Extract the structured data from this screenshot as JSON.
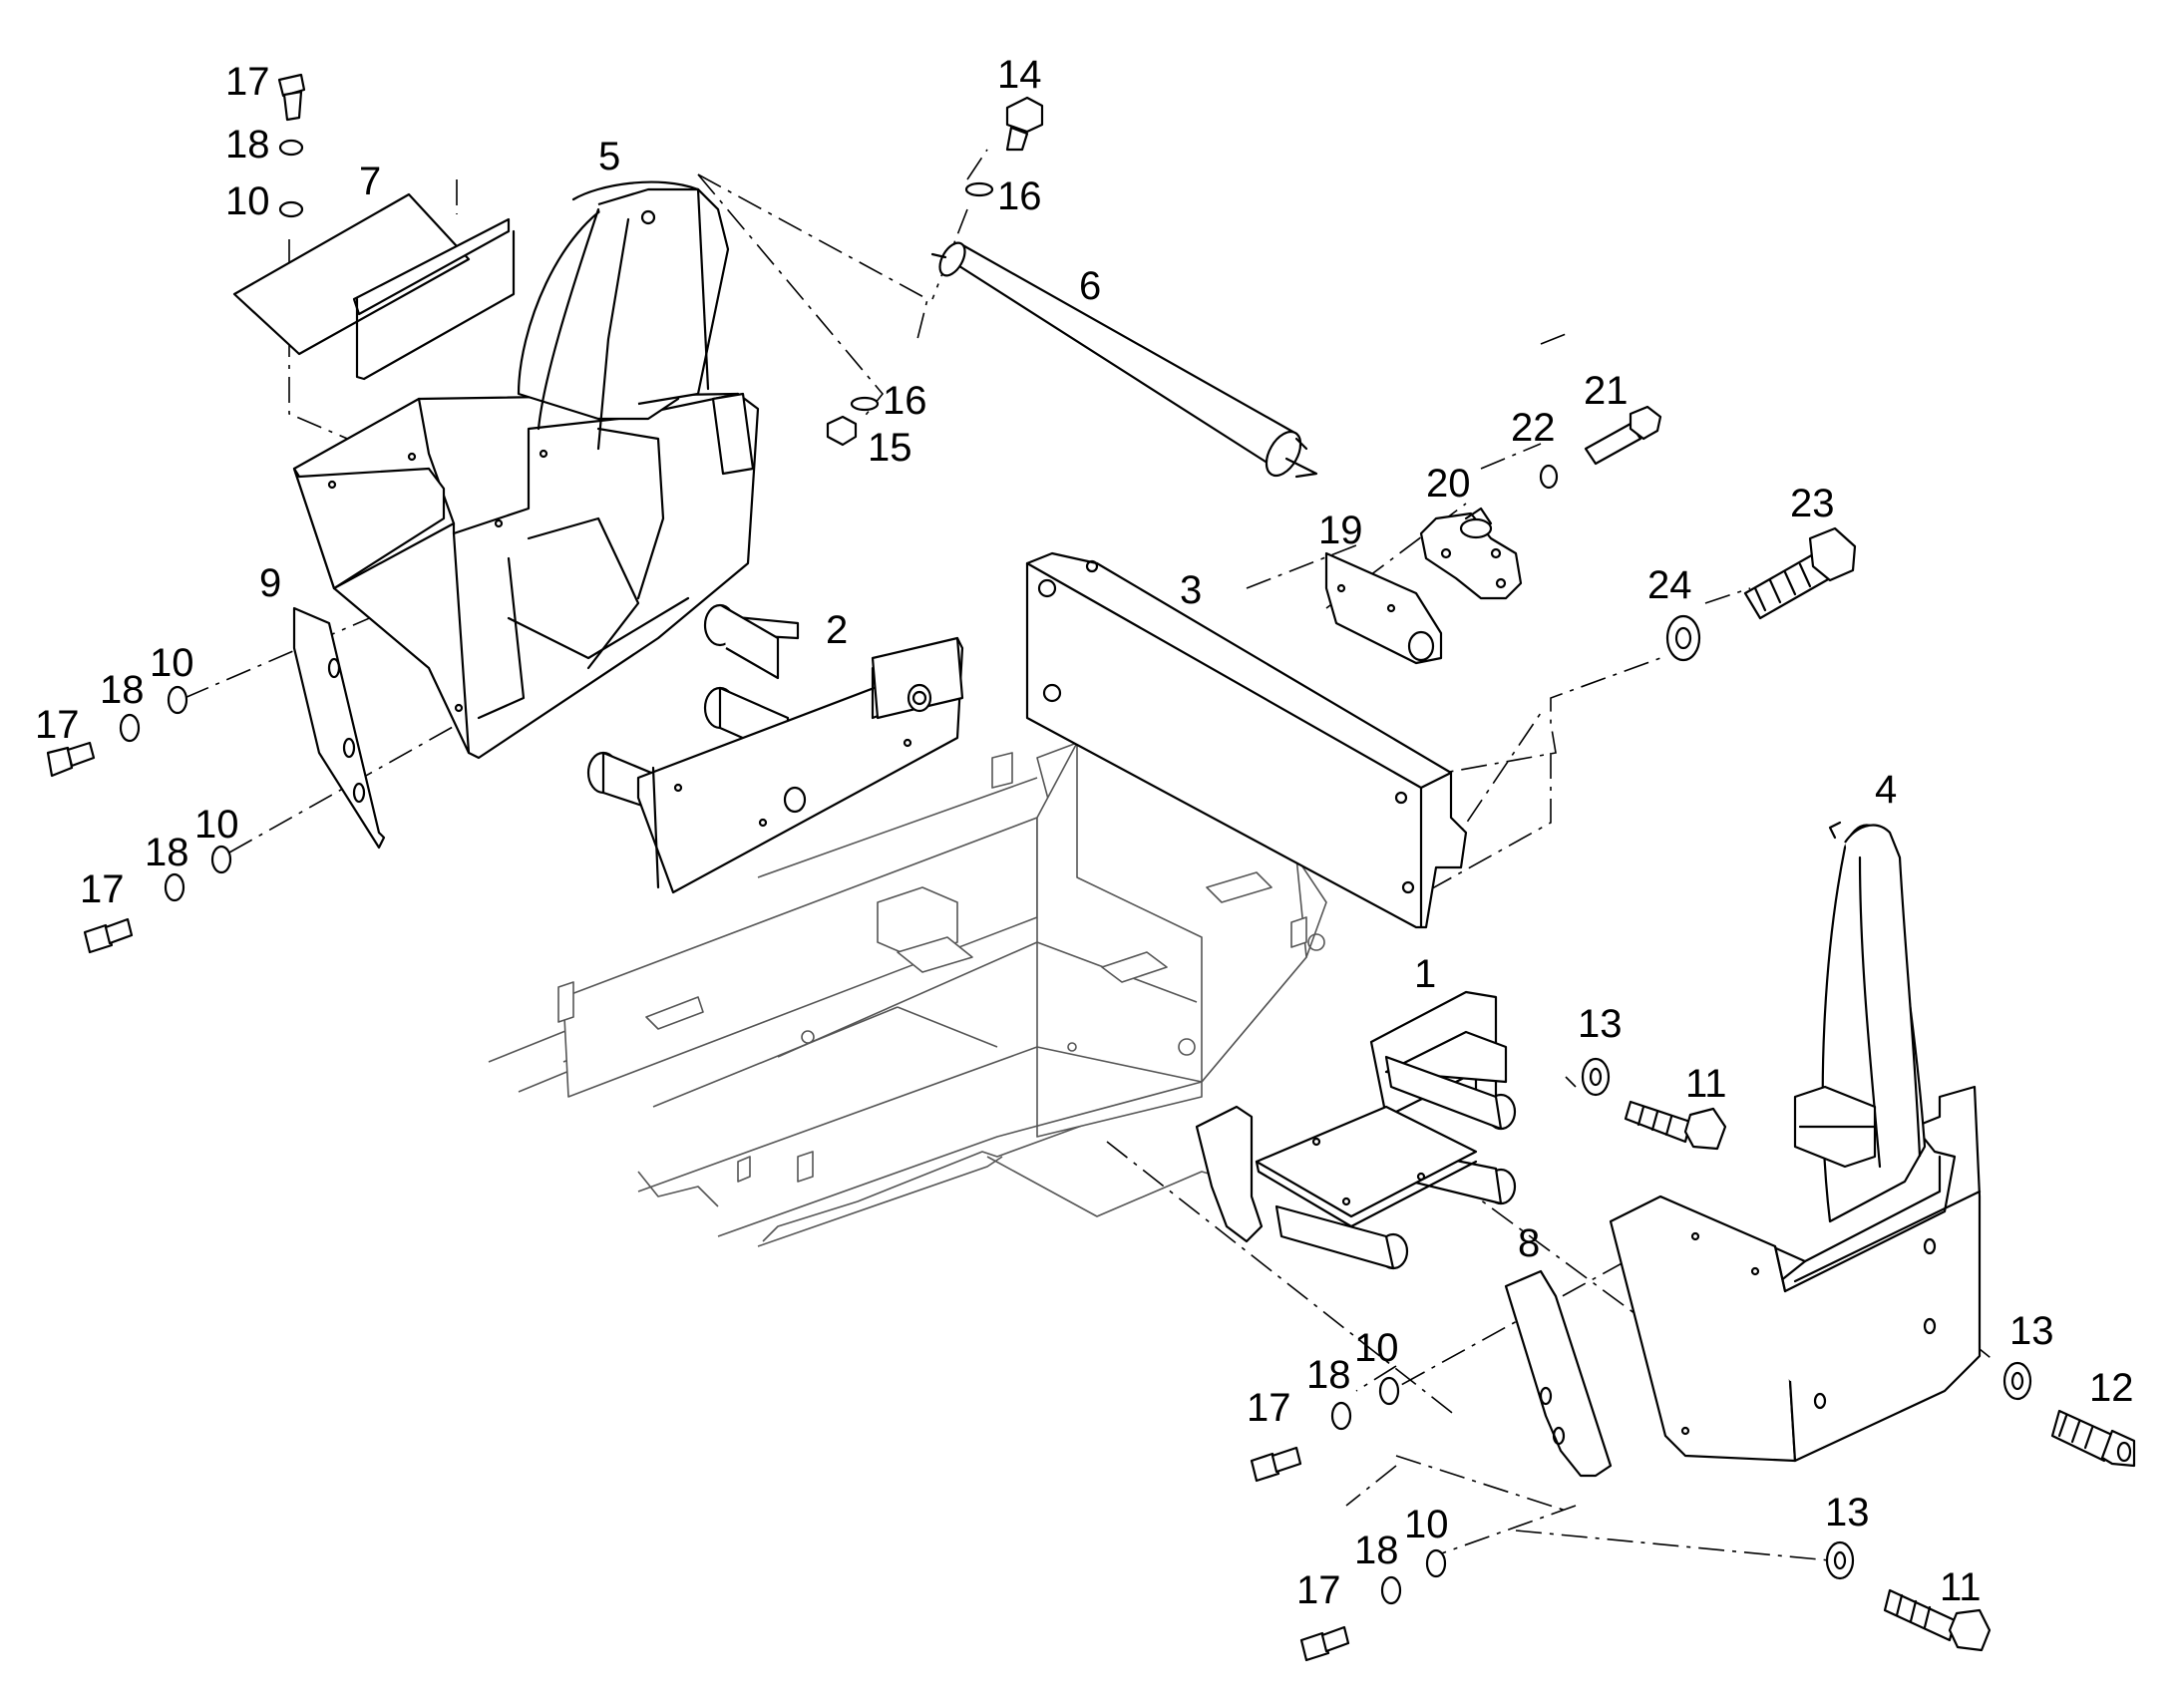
{
  "callouts": {
    "p1": "1",
    "p2": "2",
    "p3": "3",
    "p4": "4",
    "p5": "5",
    "p6": "6",
    "p7": "7",
    "p8": "8",
    "p9": "9",
    "p10a": "10",
    "p10b": "10",
    "p10c": "10",
    "p10d": "10",
    "p10e": "10",
    "p11a": "11",
    "p11b": "11",
    "p12": "12",
    "p13a": "13",
    "p13b": "13",
    "p13c": "13",
    "p14": "14",
    "p15": "15",
    "p16a": "16",
    "p16b": "16",
    "p17a": "17",
    "p17b": "17",
    "p17c": "17",
    "p17d": "17",
    "p17e": "17",
    "p18a": "18",
    "p18b": "18",
    "p18c": "18",
    "p18d": "18",
    "p18e": "18",
    "p19": "19",
    "p20": "20",
    "p21": "21",
    "p22": "22",
    "p23": "23",
    "p24": "24"
  }
}
